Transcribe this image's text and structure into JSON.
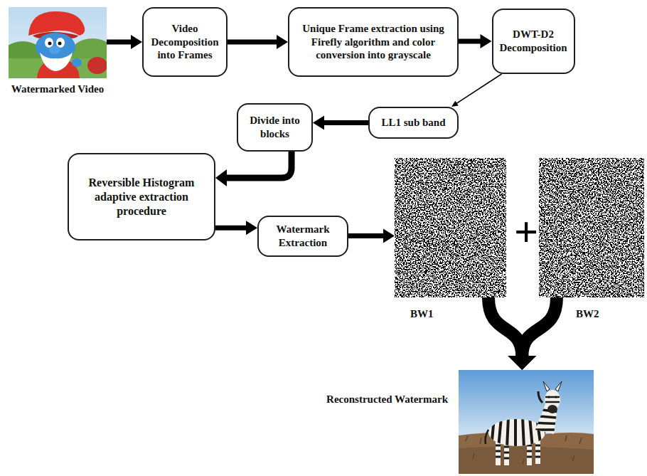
{
  "diagram": {
    "nodes": [
      {
        "text": [
          "Watermarked Video"
        ]
      },
      {
        "text": [
          "Video Decomposition into Frames"
        ]
      },
      {
        "text": [
          "Unique Frame extraction using Firefly algorithm and color conversion into grayscale"
        ]
      },
      {
        "text": [
          "DWT-D2 Decomposition"
        ]
      },
      {
        "text": [
          "LL1 sub band"
        ]
      },
      {
        "text": [
          "Divide into blocks"
        ]
      },
      {
        "text": [
          "Reversible Histogram adaptive extraction procedure"
        ]
      },
      {
        "text": [
          "Watermark Extraction"
        ]
      },
      {
        "text": [
          "BW1"
        ]
      },
      {
        "text": [
          "BW2"
        ]
      },
      {
        "text": [
          "Reconstructed Watermark"
        ]
      }
    ],
    "edges": [
      {
        "from": 0,
        "to": 1,
        "arrow": "to"
      },
      {
        "from": 1,
        "to": 2,
        "arrow": "to"
      },
      {
        "from": 2,
        "to": 3,
        "arrow": "to"
      },
      {
        "from": 3,
        "to": 4,
        "arrow": "to"
      },
      {
        "from": 4,
        "to": 5,
        "arrow": "to"
      },
      {
        "from": 5,
        "to": 6,
        "arrow": "to"
      },
      {
        "from": 6,
        "to": 7,
        "arrow": "to"
      },
      {
        "from": 7,
        "to": 8,
        "arrow": "to"
      },
      {
        "from": 8,
        "to": 10,
        "arrow": "to"
      },
      {
        "from": 9,
        "to": 10,
        "arrow": "to"
      }
    ],
    "labels": [
      "+"
    ]
  }
}
